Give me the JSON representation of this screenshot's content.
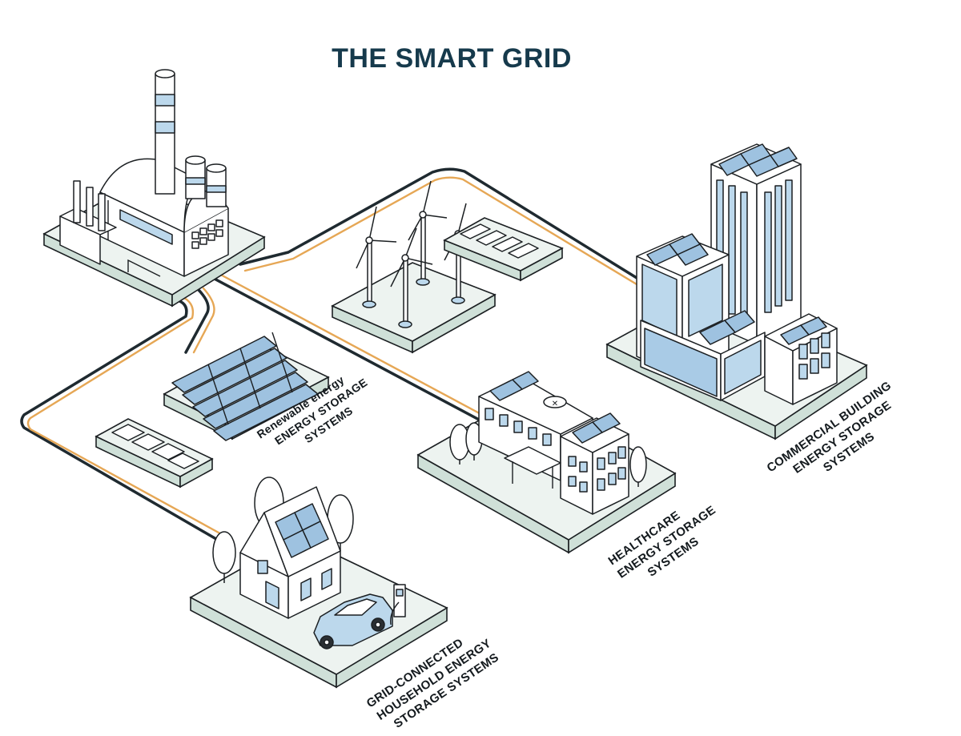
{
  "title": "THE SMART GRID",
  "labels": {
    "renewable": [
      "Renewable energy",
      "ENERGY STORAGE",
      "SYSTEMS"
    ],
    "commercial": [
      "COMMERCIAL BUILDING",
      "ENERGY STORAGE",
      "SYSTEMS"
    ],
    "healthcare": [
      "HEALTHCARE",
      "ENERGY STORAGE",
      "SYSTEMS"
    ],
    "household": [
      "GRID-CONNECTED",
      "HOUSEHOLD ENERGY",
      "STORAGE SYSTEMS"
    ]
  },
  "colors": {
    "title": "#163a4c",
    "cable_dark": "#1f2a30",
    "cable_accent": "#e6a755",
    "glass": "#bcd8ec",
    "solar_panel": "#9ec2e0",
    "platform": "#edf3f0"
  }
}
